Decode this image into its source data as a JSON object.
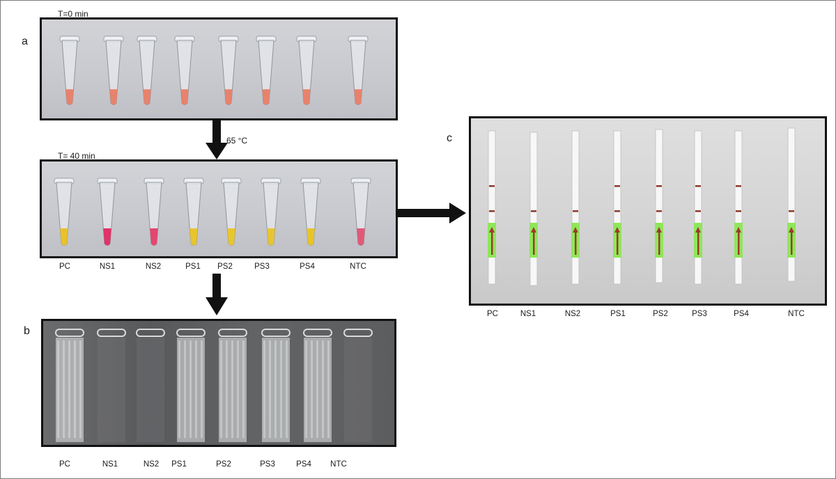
{
  "panel_labels": {
    "a": "a",
    "b": "b",
    "c": "c"
  },
  "time_labels": {
    "start": "T=0 min",
    "end": "T= 40 min"
  },
  "incubation_label": "65 °C",
  "lane_labels": [
    "PC",
    "NS1",
    "NS2",
    "PS1",
    "PS2",
    "PS3",
    "PS4",
    "NTC"
  ],
  "initial_tube_color": "#e8826c",
  "final_tube_colors": [
    "#e9c12a",
    "#e0336a",
    "#e4476f",
    "#e9c42c",
    "#e8c62e",
    "#e7c532",
    "#e8c42c",
    "#e05a78"
  ],
  "strip_line_color": "#8e3a2c",
  "strip_pad_color": "#8fe65a",
  "strip_test_line_present": [
    true,
    false,
    false,
    true,
    true,
    true,
    true,
    false
  ],
  "gel_lane_smear": [
    true,
    false,
    false,
    true,
    true,
    true,
    true,
    false
  ]
}
